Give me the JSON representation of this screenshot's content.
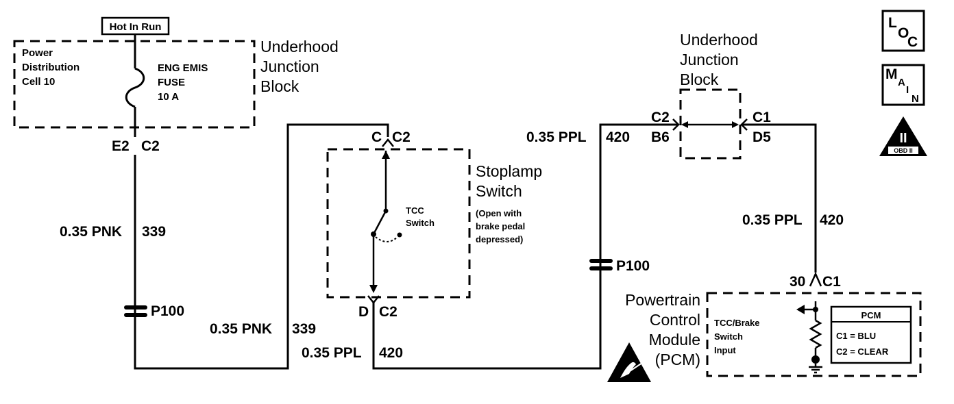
{
  "hot_label": "Hot In Run",
  "fuse_block": {
    "title_lines": [
      "Power",
      "Distribution",
      "Cell 10"
    ],
    "fuse_lines": [
      "ENG EMIS",
      "FUSE",
      "10 A"
    ],
    "block_lines": [
      "Underhood",
      "Junction",
      "Block"
    ],
    "connector_pin": "E2",
    "connector": "C2"
  },
  "wires": {
    "pnk_left": {
      "gauge_color": "0.35 PNK",
      "circuit": "339"
    },
    "pnk_bottom": {
      "gauge_color": "0.35 PNK",
      "circuit": "339"
    },
    "ppl_bottom": {
      "gauge_color": "0.35 PPL",
      "circuit": "420"
    },
    "ppl_mid": {
      "gauge_color": "0.35 PPL",
      "circuit": "420"
    },
    "ppl_right": {
      "gauge_color": "0.35 PPL",
      "circuit": "420"
    }
  },
  "splices": {
    "left": "P100",
    "mid": "P100"
  },
  "stoplamp": {
    "top_pin": "C",
    "top_conn": "C2",
    "bottom_pin": "D",
    "bottom_conn": "C2",
    "title_lines": [
      "Stoplamp",
      "Switch"
    ],
    "note_lines": [
      "(Open with",
      "brake pedal",
      "depressed)"
    ],
    "switch_lines": [
      "TCC",
      "Switch"
    ]
  },
  "right_block": {
    "title_lines": [
      "Underhood",
      "Junction",
      "Block"
    ],
    "left_conn": "C2",
    "left_pin": "B6",
    "right_conn": "C1",
    "right_pin": "D5"
  },
  "pcm": {
    "pin": "30",
    "conn": "C1",
    "title_lines": [
      "Powertrain",
      "Control",
      "Module",
      "(PCM)"
    ],
    "input_lines": [
      "TCC/Brake",
      "Switch",
      "Input"
    ],
    "table_title": "PCM",
    "table_rows": [
      "C1 = BLU",
      "C2 = CLEAR"
    ]
  },
  "icons": {
    "loc": [
      "L",
      "O",
      "C"
    ],
    "main": [
      "M",
      "A",
      "I",
      "N"
    ],
    "obd_glyph": "II",
    "obd_text": "OBD II"
  }
}
